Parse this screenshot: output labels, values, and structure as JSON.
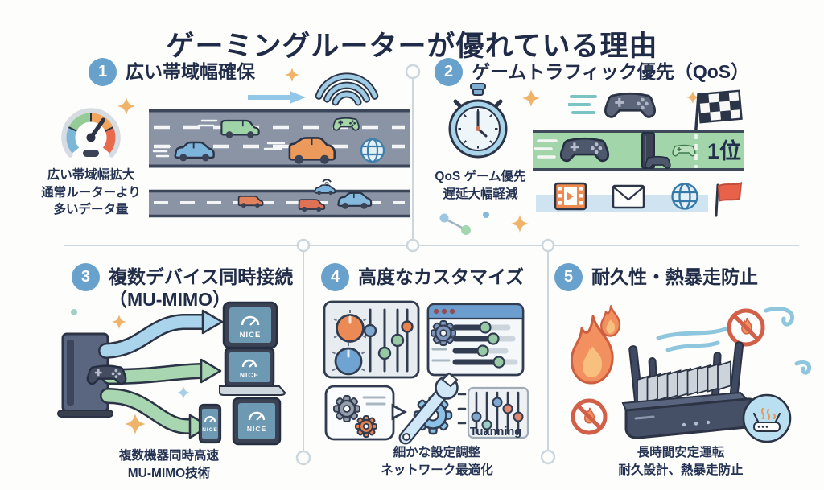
{
  "title": "ゲーミングルーターが優れている理由",
  "colors": {
    "navy_text": "#1f2b47",
    "badge_blue": "#68a2cc",
    "road_gray": "#8a94a5",
    "lane_green": "#a3d5ab",
    "lane_blue": "#cfe3f1",
    "accent_orange": "#efb369",
    "flame_orange": "#f39060",
    "divider_gray": "#ccd6dd",
    "arrow_blue": "#a9d4ec",
    "arrow_green": "#a8d6b0",
    "screen_blue": "#6e99b3"
  },
  "icons": {
    "speedometer-icon": "gauge with colored arc and needle",
    "wifi-icon": "three signal arcs",
    "speed-arrow-icon": "right arrow",
    "car-icon": "sedan / van on highway",
    "controller-icon": "game controller",
    "globe-icon": "globe with meridians",
    "stopwatch-icon": "stopwatch",
    "checkered-flag-icon": "race finish flag",
    "film-icon": "video frame with play",
    "envelope-icon": "mail envelope",
    "red-flag-icon": "goal flag",
    "console-icon": "game console",
    "tablet-icon": "tablet device",
    "laptop-icon": "laptop device",
    "phone-icon": "smartphone device",
    "mixer-panel-icon": "knobs and vertical sliders",
    "browser-settings-icon": "window with gear and sliders",
    "gear-icon": "cogwheel",
    "wrench-icon": "wrench over gear",
    "equalizer-icon": "tuning sliders",
    "flame-icon": "fire flame",
    "no-fire-icon": "crossed-out flame",
    "wind-icon": "air flow swirls",
    "router-icon": "router with antennas and heatsink",
    "sparkle-icon": "four-point star"
  },
  "sections": [
    {
      "number": "1",
      "title": "広い帯域幅確保",
      "caption_lines": [
        "広い帯域幅拡大",
        "通常ルーターより",
        "多いデータ量"
      ]
    },
    {
      "number": "2",
      "title": "ゲームトラフィック優先（QoS）",
      "caption_lines": [
        "QoS ゲーム優先",
        "遅延大幅軽減"
      ],
      "rank_label": "1位"
    },
    {
      "number": "3",
      "title": "複数デバイス同時接続",
      "subtitle": "（MU-MIMO）",
      "caption_lines": [
        "複数機器同時高速",
        "MU-MIMO技術"
      ],
      "screen_label": "NICE"
    },
    {
      "number": "4",
      "title": "高度なカスタマイズ",
      "caption_lines": [
        "細かな設定調整",
        "ネットワーク最適化"
      ],
      "tuning_label": "Tuanning"
    },
    {
      "number": "5",
      "title": "耐久性・熱暴走防止",
      "caption_lines": [
        "長時間安定運転",
        "耐久設計、熱暴走防止"
      ]
    }
  ]
}
